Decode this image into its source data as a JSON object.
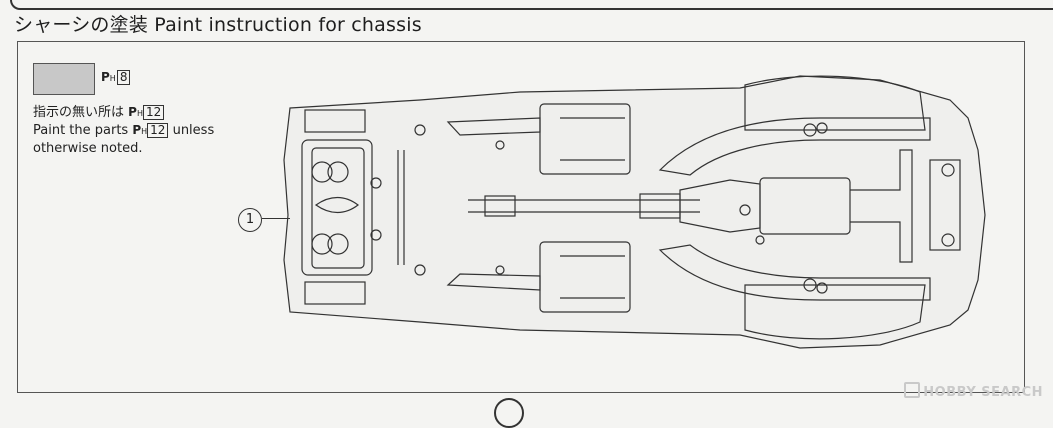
{
  "title": "シャーシの塗装 Paint instruction for chassis",
  "swatch_ref": {
    "p": "P",
    "h": "H",
    "num": "8"
  },
  "note": {
    "line1_prefix": "指示の無い所は",
    "line1_num": "12",
    "line2_prefix": "Paint the parts",
    "line2_num": "12",
    "line2_suffix": "unless",
    "line3": "otherwise noted.",
    "p": "P",
    "h": "H"
  },
  "callout": "1",
  "watermark": {
    "brand": "HOBBY SEARCH"
  }
}
